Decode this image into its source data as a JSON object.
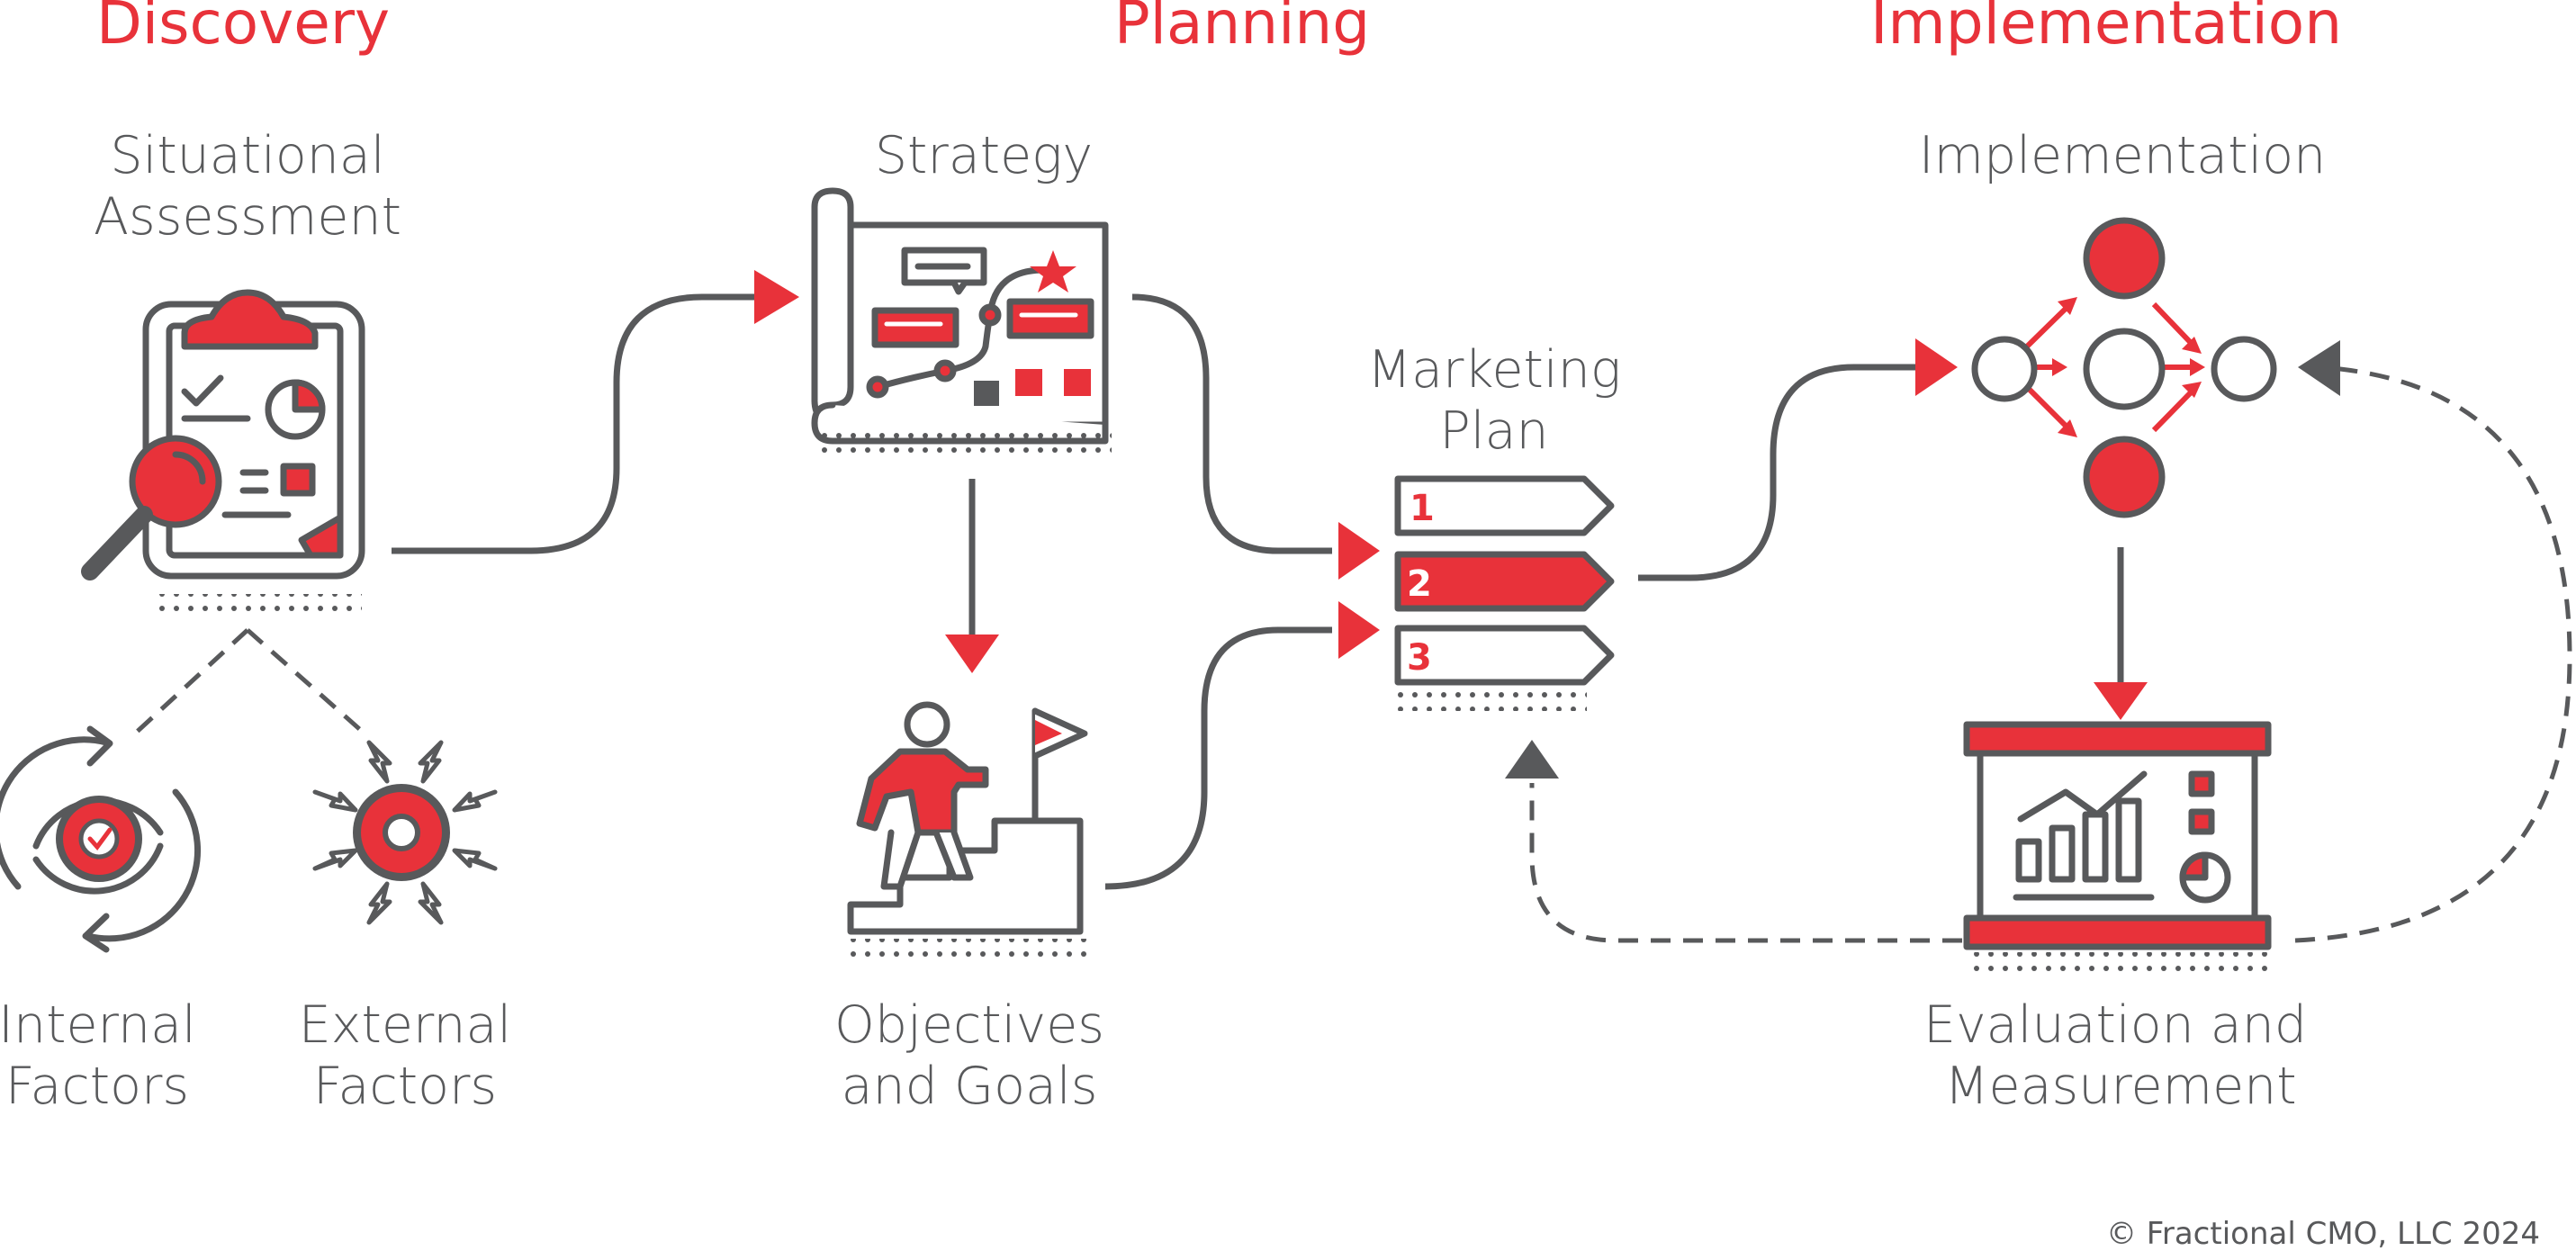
{
  "phases": {
    "discovery": "Discovery",
    "planning": "Planning",
    "implementation": "Implementation"
  },
  "nodes": {
    "situational_1": "Situational",
    "situational_2": "Assessment",
    "strategy": "Strategy",
    "marketing_1": "Marketing",
    "marketing_2": "Plan",
    "implementation": "Implementation",
    "objectives_1": "Objectives",
    "objectives_2": "and Goals",
    "internal_1": "Internal",
    "internal_2": "Factors",
    "external_1": "External",
    "external_2": "Factors",
    "evaluation_1": "Evaluation and",
    "evaluation_2": "Measurement"
  },
  "plan_steps": [
    "1",
    "2",
    "3"
  ],
  "copyright": "© Fractional CMO, LLC 2024",
  "colors": {
    "accent": "#e8323a",
    "gray": "#58595b",
    "white": "#ffffff"
  },
  "icons": [
    "clipboard-magnifier-icon",
    "strategy-board-icon",
    "climber-flag-icon",
    "numbered-arrows-icon",
    "network-nodes-icon",
    "presentation-chart-icon",
    "cycle-gear-icon",
    "converging-gear-icon"
  ]
}
